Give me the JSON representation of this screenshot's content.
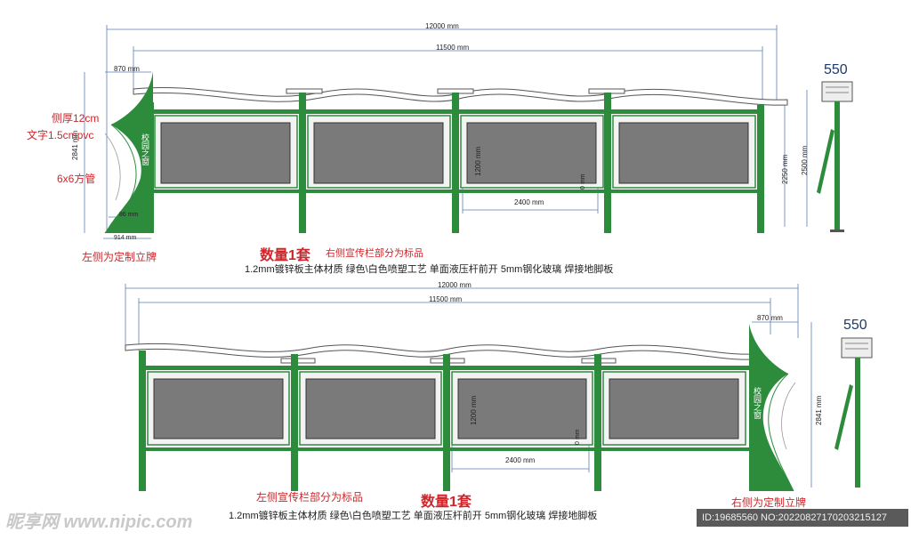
{
  "top": {
    "dim_total": "12000 mm",
    "dim_panels": "11500 mm",
    "dim_sign_width": "870 mm",
    "dim_height_left": "2841 mm",
    "dim_panel_height": "1200 mm",
    "dim_panel_width": "2400 mm",
    "dim_gap": "0 mm",
    "dim_height_right_a": "2250 mm",
    "dim_height_right_b": "2500 mm",
    "dim_base_a": "86 mm",
    "dim_base_b": "914 mm",
    "sign_text": "校园之窗",
    "side_width": "550",
    "callouts": [
      "侧厚12cm",
      "文字1.5cmpvc",
      "6x6方管"
    ],
    "note_left": "左侧为定制立牌",
    "quantity": "数量1套",
    "quantity_note": "右侧宣传栏部分为标品",
    "spec": "1.2mm镀锌板主体材质  绿色\\白色喷塑工艺  单面液压杆前开  5mm钢化玻璃  焊接地脚板"
  },
  "bottom": {
    "dim_total": "12000 mm",
    "dim_panels": "11500 mm",
    "dim_sign_width": "870 mm",
    "dim_height_right": "2841 mm",
    "dim_panel_height": "1200 mm",
    "dim_panel_width": "2400 mm",
    "dim_gap": "0 mm",
    "sign_text": "校园之窗",
    "side_width": "550",
    "note_left": "左侧宣传栏部分为标品",
    "quantity": "数量1套",
    "note_right": "右侧为定制立牌",
    "spec": "1.2mm镀锌板主体材质  绿色\\白色喷塑工艺  单面液压杆前开  5mm钢化玻璃  焊接地脚板"
  },
  "watermark": {
    "left": "昵享网 www.nipic.com",
    "right": "ID:19685560 NO:20220827170203215127"
  },
  "colors": {
    "green": "#2c8c3c",
    "panel": "#7a7a7a",
    "dim": "#5b7fb5",
    "red": "#d0262b"
  }
}
